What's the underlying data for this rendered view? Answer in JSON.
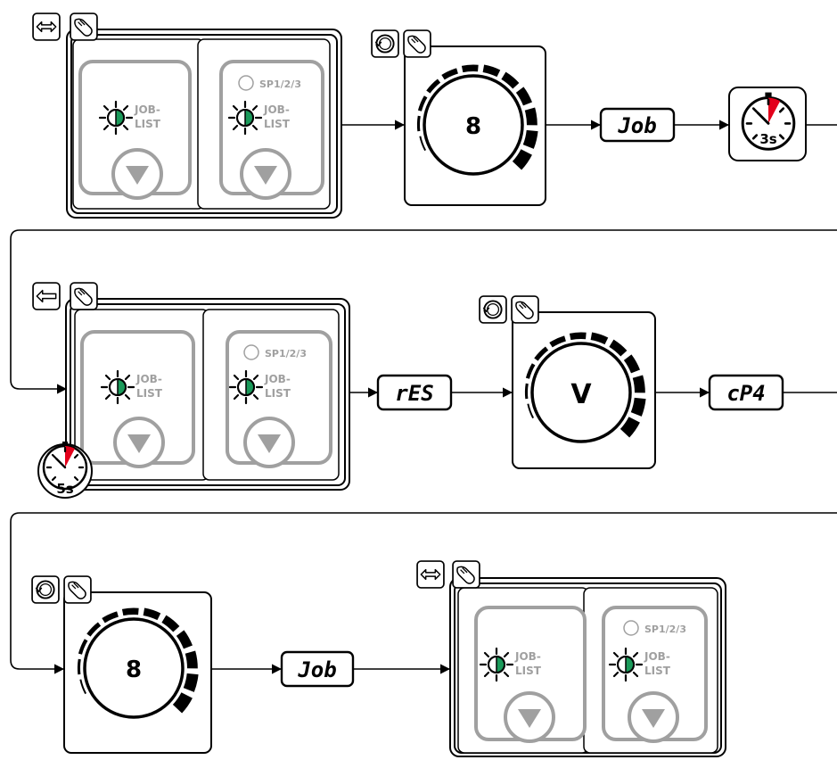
{
  "button_panel": {
    "job_label_line1": "JOB-",
    "job_label_line2": "LIST",
    "sp_label": "SP1/2/3"
  },
  "displays": {
    "job": "Job",
    "res": "rES",
    "cp4": "cP4"
  },
  "knobs": {
    "row1_symbol": "8",
    "row2_symbol": "V",
    "row3_symbol": "8"
  },
  "timers": {
    "row1": "3s",
    "row2": "5s"
  },
  "colors": {
    "line": "#000000",
    "panel_gray": "#a0a0a0",
    "led_green": "#1a9a5a",
    "timer_red": "#e3001b"
  }
}
